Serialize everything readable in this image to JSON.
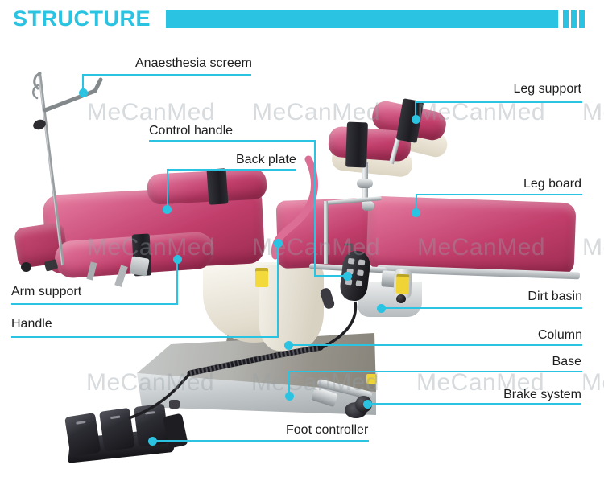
{
  "header": {
    "title": "STRUCTURE"
  },
  "watermark": {
    "text": "MeCanMed"
  },
  "colors": {
    "accent": "#2BC3E2",
    "label_text": "#1E1E1E",
    "cushion_pink": "#C84070",
    "strap_black": "#26262C",
    "steel_gray": "#B7BCBF",
    "base_gray": "#9A9A94"
  },
  "labels": [
    {
      "id": "anaesthesia-screen",
      "text": "Anaesthesia screem"
    },
    {
      "id": "leg-support",
      "text": "Leg support"
    },
    {
      "id": "control-handle",
      "text": "Control handle"
    },
    {
      "id": "back-plate",
      "text": "Back plate"
    },
    {
      "id": "leg-board",
      "text": "Leg board"
    },
    {
      "id": "arm-support",
      "text": "Arm support"
    },
    {
      "id": "handle",
      "text": "Handle"
    },
    {
      "id": "dirt-basin",
      "text": "Dirt basin"
    },
    {
      "id": "column",
      "text": "Column"
    },
    {
      "id": "base",
      "text": "Base"
    },
    {
      "id": "brake-system",
      "text": "Brake system"
    },
    {
      "id": "foot-controller",
      "text": "Foot controller"
    }
  ]
}
